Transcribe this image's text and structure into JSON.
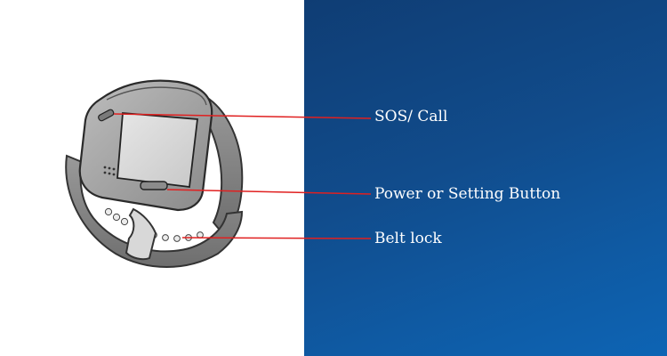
{
  "colors": {
    "panel_left": "#ffffff",
    "panel_right_start": "#0f3d74",
    "panel_right_end": "#0d64b4",
    "leader_line": "#e02020",
    "label_text": "#ffffff"
  },
  "device": {
    "icon": "smartwatch-icon"
  },
  "callouts": [
    {
      "label": "SOS/ Call"
    },
    {
      "label": "Power or Setting Button"
    },
    {
      "label": "Belt lock"
    }
  ]
}
